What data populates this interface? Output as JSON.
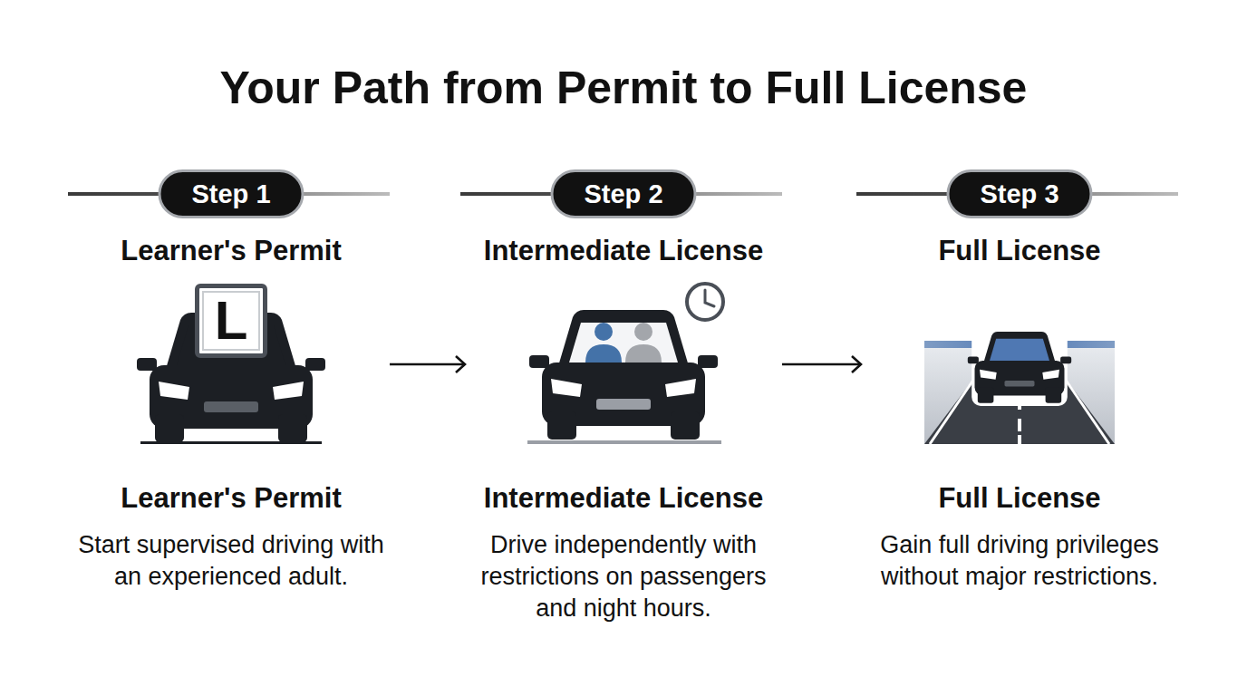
{
  "diagram": {
    "title": "Your Path from Permit to Full License",
    "nodes": [
      {
        "text": [
          "Learner's Permit",
          "Learner's Permit",
          "Start supervised driving with an experienced adult."
        ]
      },
      {
        "text": [
          "Step 1"
        ],
        "in": 0
      },
      {
        "text": [
          "L"
        ],
        "in": 0
      },
      {
        "text": [
          "Intermediate License",
          "Intermediate License",
          "Drive independently with restrictions on passengers and night hours."
        ]
      },
      {
        "text": [
          "Step 2"
        ],
        "in": 3
      },
      {
        "text": [
          "Full License",
          "Full License",
          "Gain full driving privileges without major restrictions."
        ]
      },
      {
        "text": [
          "Step 3"
        ],
        "in": 5
      }
    ],
    "edges": [
      {
        "from": 0,
        "to": 3,
        "arrow": "to"
      },
      {
        "from": 3,
        "to": 5,
        "arrow": "to"
      }
    ]
  }
}
